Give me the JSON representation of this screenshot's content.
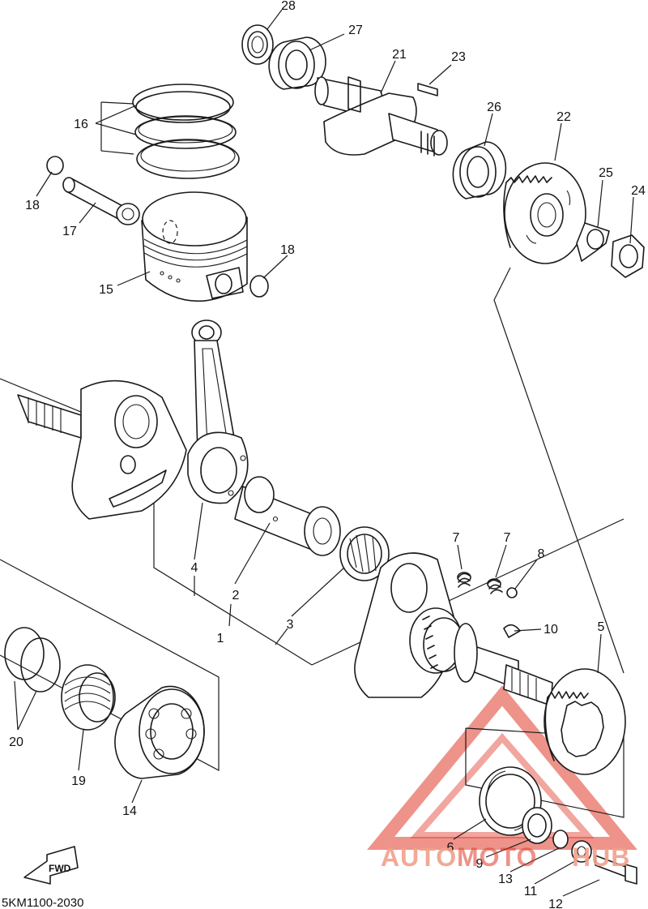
{
  "diagram_code": "5KM1100-2030",
  "fwd_label": "FWD",
  "watermark": {
    "part1": "AUTO",
    "part2": "MOTO",
    "part3": "HUB",
    "color_main": "#f1a08a",
    "color_accent": "#e03a2a"
  },
  "callouts": {
    "c1": "1",
    "c2": "2",
    "c3": "3",
    "c4": "4",
    "c5": "5",
    "c6": "6",
    "c7a": "7",
    "c7b": "7",
    "c8": "8",
    "c9": "9",
    "c10": "10",
    "c11": "11",
    "c12": "12",
    "c13": "13",
    "c14": "14",
    "c15": "15",
    "c16": "16",
    "c17": "17",
    "c18a": "18",
    "c18b": "18",
    "c19": "19",
    "c20": "20",
    "c21": "21",
    "c22": "22",
    "c23": "23",
    "c24": "24",
    "c25": "25",
    "c26": "26",
    "c27": "27",
    "c28": "28"
  }
}
